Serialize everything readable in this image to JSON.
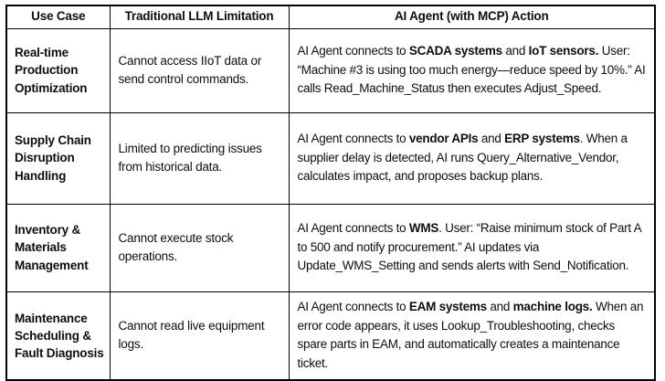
{
  "table": {
    "columns": [
      {
        "key": "use_case",
        "label": "Use Case"
      },
      {
        "key": "limitation",
        "label": "Traditional LLM Limitation"
      },
      {
        "key": "action",
        "label": "AI Agent (with MCP) Action"
      }
    ],
    "rows": [
      {
        "use_case": "Real-time Production Optimization",
        "limitation": "Cannot access IIoT data or send control commands.",
        "action_html": "AI Agent connects to <b>SCADA systems</b> and <b>IoT sensors.</b> User: “Machine #3 is using too much energy—reduce speed by 10%.” AI calls Read_Machine_Status then executes Adjust_Speed.",
        "action_text": "AI Agent connects to SCADA systems and IoT sensors. User: “Machine #3 is using too much energy—reduce speed by 10%.” AI calls Read_Machine_Status then executes Adjust_Speed."
      },
      {
        "use_case": "Supply Chain Disruption Handling",
        "limitation": "Limited to predicting issues from historical data.",
        "action_html": "AI Agent connects to <b>vendor APIs</b> and <b>ERP systems</b>. When a supplier delay is detected, AI runs Query_Alternative_Vendor, calculates impact, and proposes backup plans.",
        "action_text": "AI Agent connects to vendor APIs and ERP systems. When a supplier delay is detected, AI runs Query_Alternative_Vendor, calculates impact, and proposes backup plans."
      },
      {
        "use_case": "Inventory & Materials Management",
        "limitation": "Cannot execute stock operations.",
        "action_html": "AI Agent connects to <b>WMS</b>. User: “Raise minimum stock of Part A to 500 and notify procurement.” AI updates via Update_WMS_Setting and sends alerts with Send_Notification.",
        "action_text": "AI Agent connects to WMS. User: “Raise minimum stock of Part A to 500 and notify procurement.” AI updates via Update_WMS_Setting and sends alerts with Send_Notification."
      },
      {
        "use_case": "Maintenance Scheduling & Fault Diagnosis",
        "limitation": "Cannot read live equipment logs.",
        "action_html": "AI Agent connects to <b>EAM systems</b> and <b>machine logs.</b> When an error code appears, it uses Lookup_Troubleshooting, checks spare parts in EAM, and automatically creates a maintenance ticket.",
        "action_text": "AI Agent connects to EAM systems and machine logs. When an error code appears, it uses Lookup_Troubleshooting, checks spare parts in EAM, and automatically creates a maintenance ticket."
      }
    ]
  },
  "colors": {
    "text": "#0d0d15",
    "border": "#000000",
    "background": "#ffffff"
  }
}
